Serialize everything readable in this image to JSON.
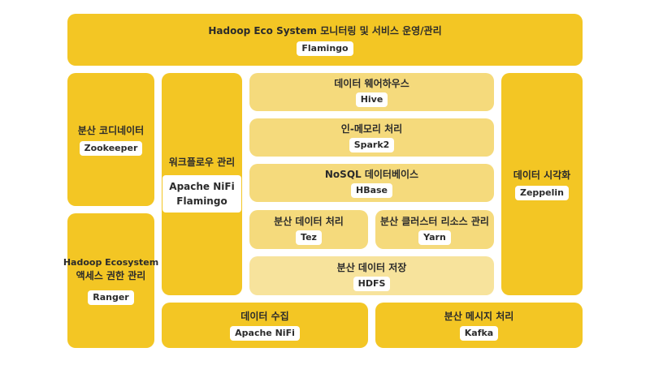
{
  "top": {
    "title": "Hadoop Eco System 모니터링 및 서비스 운영/관리",
    "tag": "Flamingo"
  },
  "zookeeper": {
    "title": "분산 코디네이터",
    "tag": "Zookeeper"
  },
  "ranger": {
    "title_line1": "Hadoop Ecosystem",
    "title_line2": "액세스 권한 관리",
    "tag": "Ranger"
  },
  "workflow": {
    "title": "워크플로우 관리",
    "tag_line1": "Apache NiFi",
    "tag_line2": "Flamingo"
  },
  "hive": {
    "title": "데이터 웨어하우스",
    "tag": "Hive"
  },
  "spark": {
    "title": "인-메모리 처리",
    "tag": "Spark2"
  },
  "hbase": {
    "title": "NoSQL 데이터베이스",
    "tag": "HBase"
  },
  "tez": {
    "title": "분산 데이터 처리",
    "tag": "Tez"
  },
  "yarn": {
    "title": "분산 클러스터 리소스 관리",
    "tag": "Yarn"
  },
  "hdfs": {
    "title": "분산 데이터 저장",
    "tag": "HDFS"
  },
  "zeppelin": {
    "title": "데이터 시각화",
    "tag": "Zeppelin"
  },
  "collect": {
    "title": "데이터 수집",
    "tag": "Apache NiFi"
  },
  "kafka": {
    "title": "분산 메시지 처리",
    "tag": "Kafka"
  }
}
